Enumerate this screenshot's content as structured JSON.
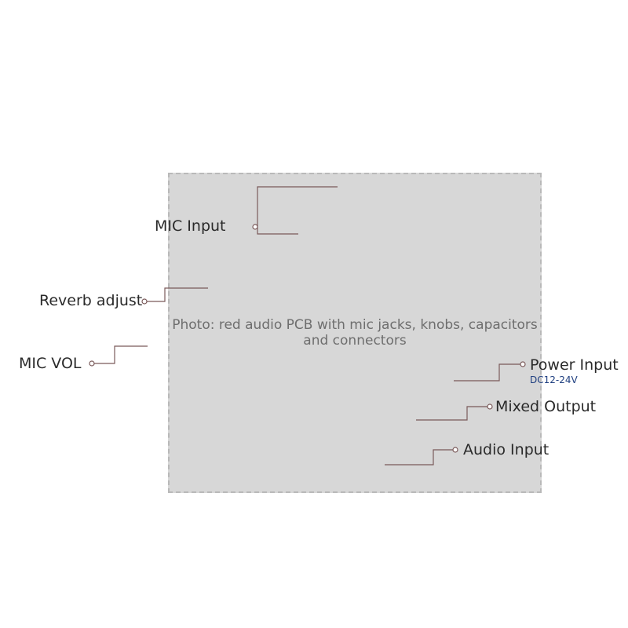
{
  "photo": {
    "placeholder": "Photo: red audio PCB with mic jacks, knobs, capacitors and connectors"
  },
  "callouts": {
    "mic_input": "MIC Input",
    "reverb_adjust": "Reverb adjust",
    "mic_vol": "MIC  VOL",
    "power_input": "Power  Input",
    "power_spec": "DC12-24V",
    "mixed_output": "Mixed Output",
    "audio_input": "Audio Input"
  },
  "colors": {
    "leader_line": "#7a5a5a",
    "label_text": "#2a2a2a",
    "spec_text": "#1f3f80"
  }
}
